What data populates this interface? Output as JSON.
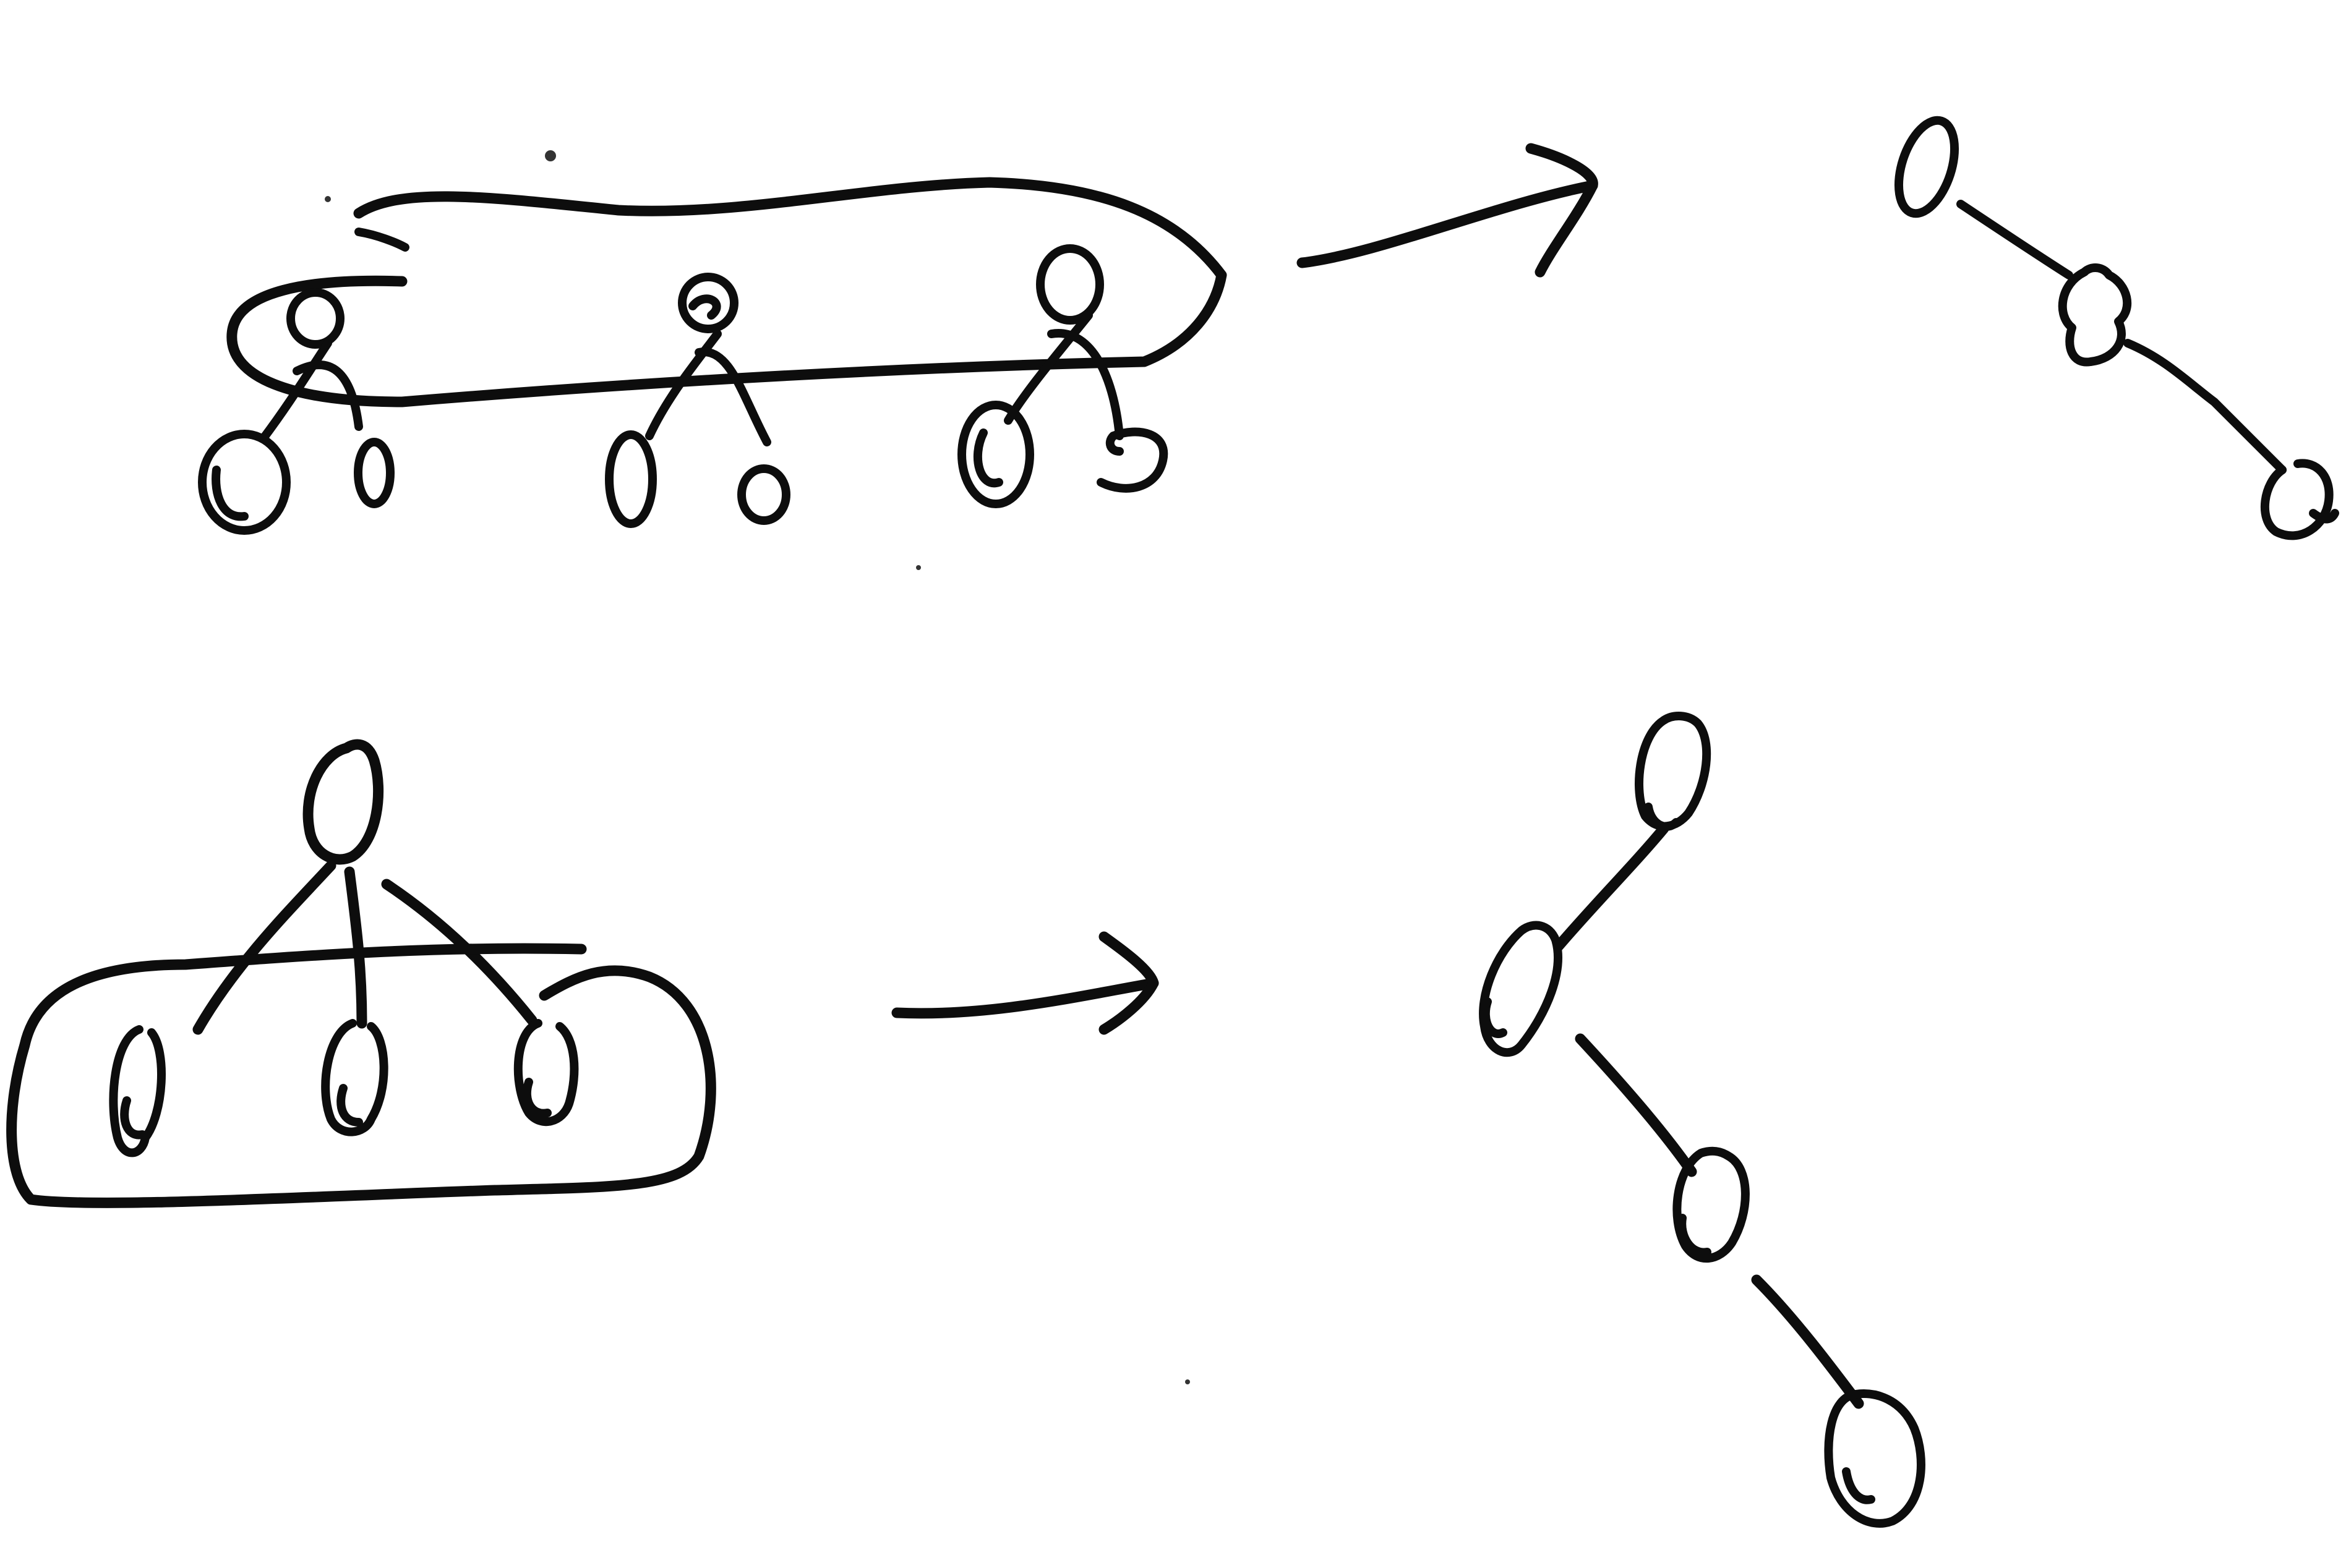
{
  "diagram": {
    "ink_color": "#0d0d0d",
    "background_color": "#ffffff",
    "panels": [
      {
        "id": "top",
        "left": {
          "kind": "grouped-forest",
          "group_outline": true,
          "trees": [
            {
              "root": 1,
              "children": 2
            },
            {
              "root": 1,
              "children": 2
            },
            {
              "root": 1,
              "children": 2
            }
          ]
        },
        "arrow": "right",
        "right": {
          "kind": "path",
          "nodes": 3
        }
      },
      {
        "id": "bottom",
        "left": {
          "kind": "star",
          "root": 1,
          "children": 3,
          "children_grouped": true
        },
        "arrow": "right",
        "right": {
          "kind": "path",
          "nodes": 4
        }
      }
    ]
  }
}
